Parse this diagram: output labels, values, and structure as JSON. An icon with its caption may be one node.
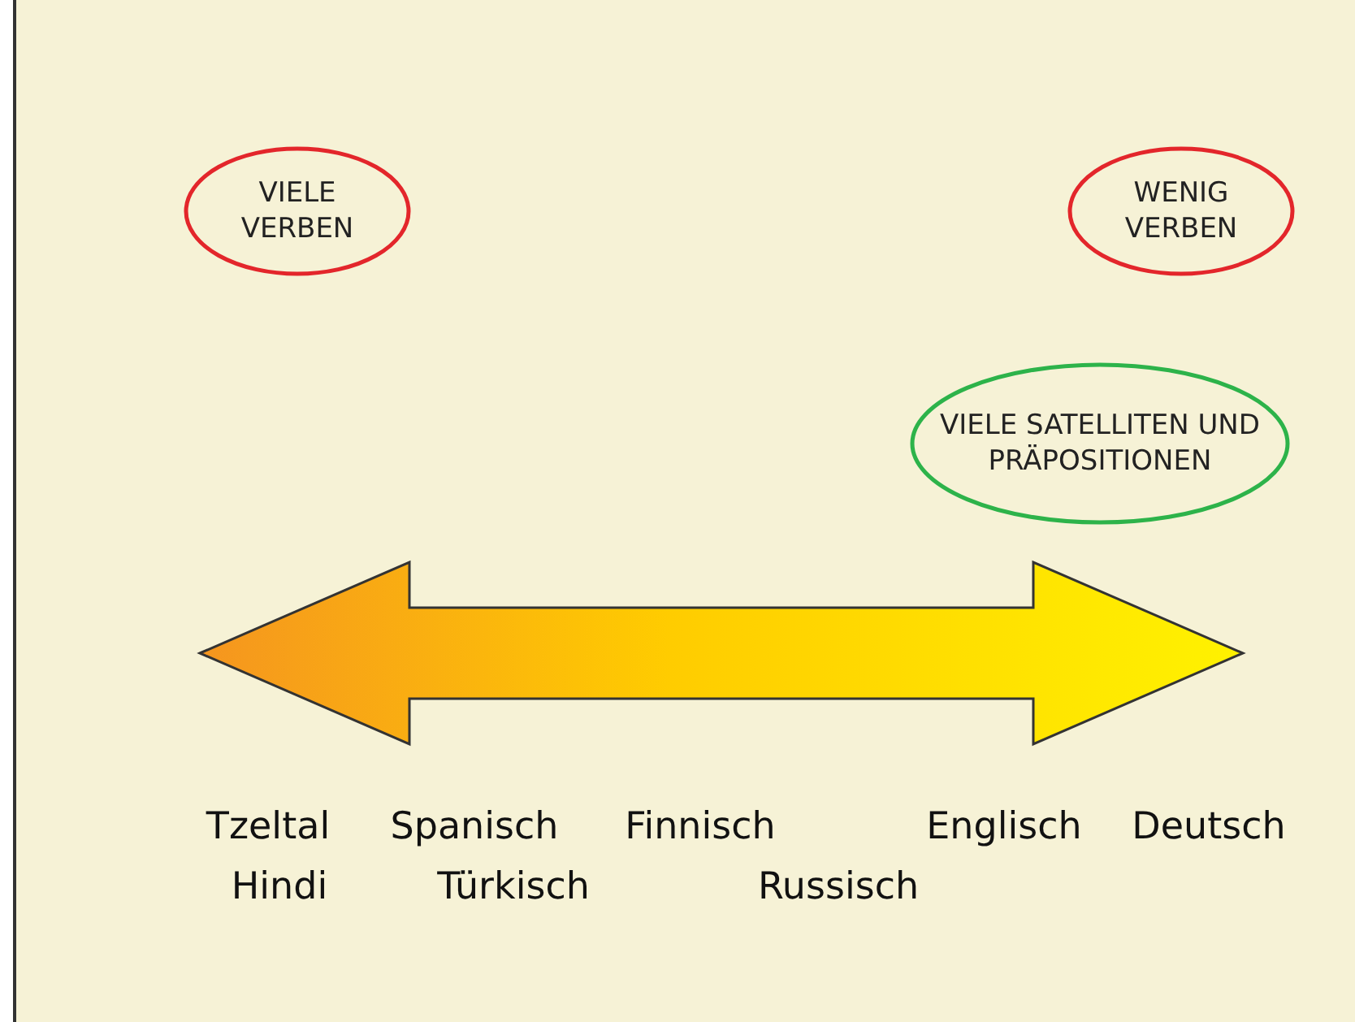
{
  "diagram": {
    "nodes": [
      {
        "text": [
          "VIELE VERBEN"
        ]
      },
      {
        "text": [
          "WENIG VERBEN"
        ]
      },
      {
        "text": [
          "VIELE SATELLITEN UND PRÄPOSITIONEN"
        ]
      }
    ],
    "edges": [],
    "labels": [
      "Tzeltal",
      "Spanisch",
      "Finnisch",
      "Englisch",
      "Deutsch",
      "Hindi",
      "Türkisch",
      "Russisch"
    ]
  }
}
